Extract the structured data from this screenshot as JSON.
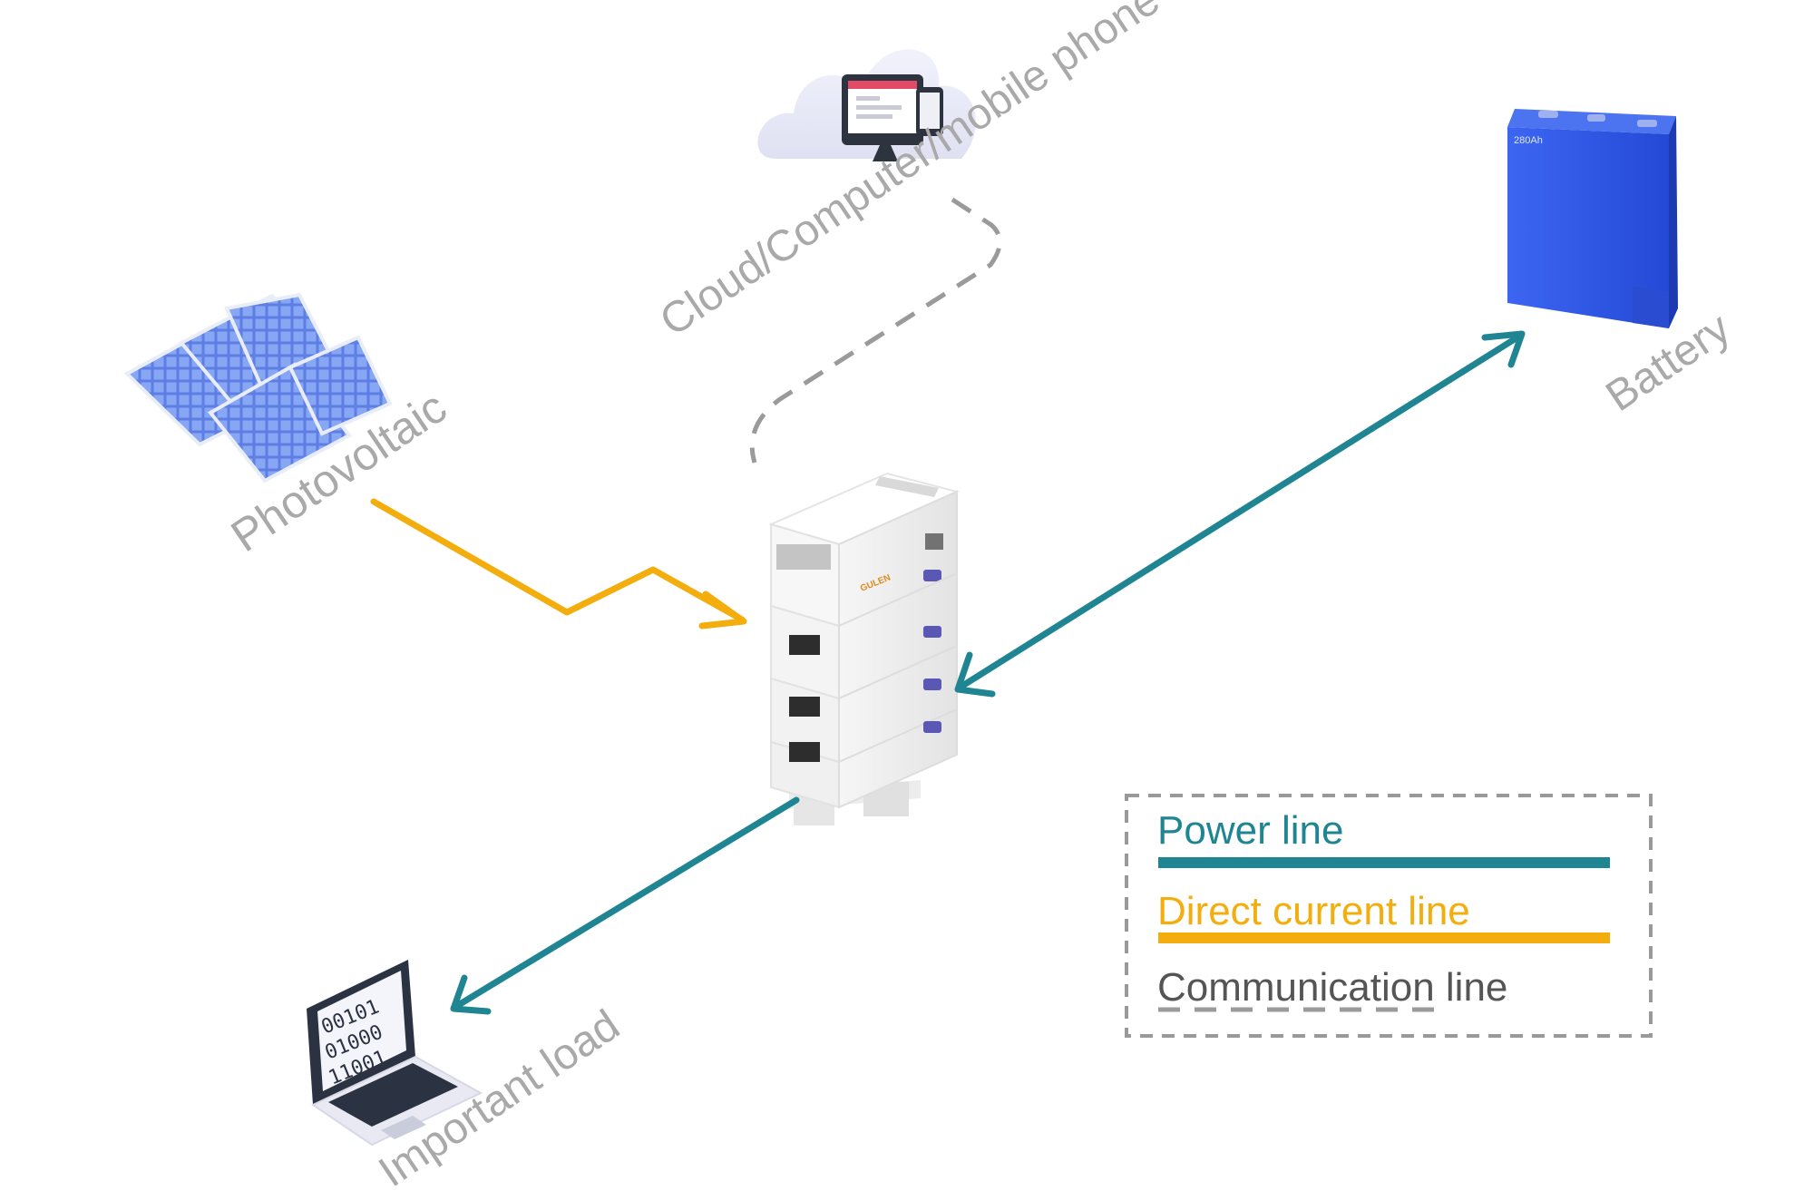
{
  "labels": {
    "cloud": "Cloud/Computer/mobile phone",
    "photovoltaic": "Photovoltaic",
    "battery": "Battery",
    "load": "Important load",
    "battery_capacity": "280Ah",
    "device_brand": "GULEN"
  },
  "laptop_screen_rows": [
    "00101",
    "01000",
    "11001"
  ],
  "legend": {
    "power_line": "Power line",
    "dc_line": "Direct current line",
    "comm_line": "Communication line"
  },
  "colors": {
    "power": "#1f8592",
    "dc": "#f3ad0d",
    "comm": "#9a9a9a",
    "label": "#a9a9a9",
    "battery": "#2f5ae8",
    "legend_text_comm": "#555555"
  }
}
